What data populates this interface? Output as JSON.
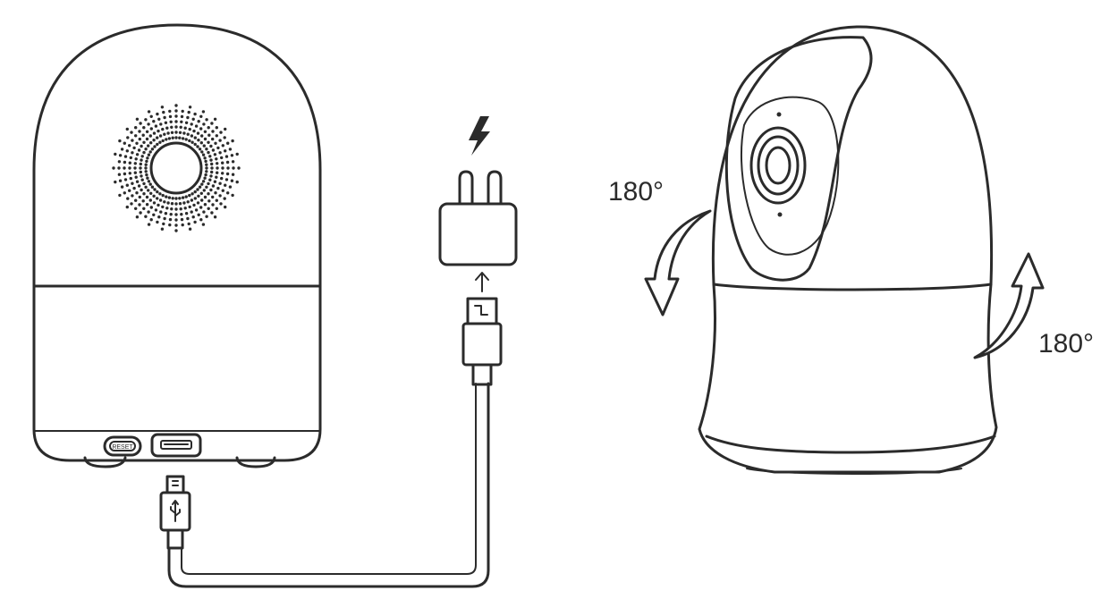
{
  "labels": {
    "rotation_left": "180°",
    "rotation_right": "180°",
    "reset_port": "RESET"
  },
  "icons": [
    "lightning-icon",
    "up-arrow-icon",
    "rotate-left-arrow-icon",
    "rotate-right-arrow-icon",
    "usb-icon"
  ],
  "colors": {
    "line": "#2b2b2b",
    "background": "#ffffff"
  }
}
